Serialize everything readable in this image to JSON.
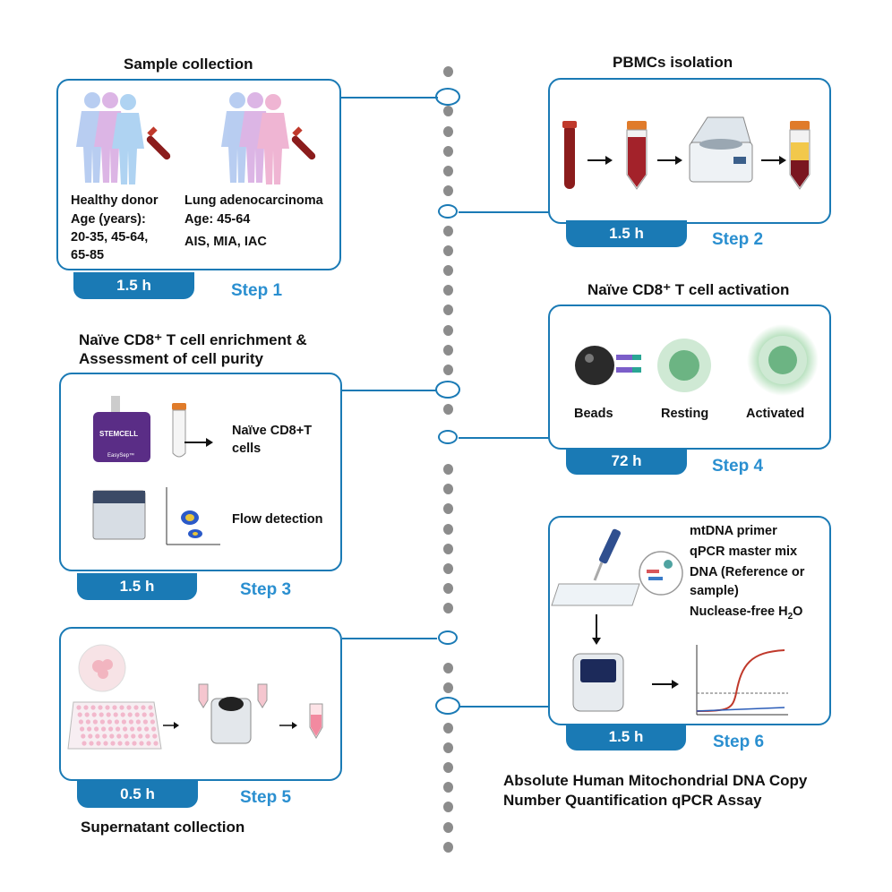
{
  "steps": [
    {
      "title": "Sample collection",
      "time": "1.5 h",
      "step": "Step 1"
    },
    {
      "title": "PBMCs isolation",
      "time": "1.5 h",
      "step": "Step 2"
    },
    {
      "title_line1": "Naïve CD8⁺ T cell enrichment  &",
      "title_line2": "Assessment of cell purity",
      "time": "1.5 h",
      "step": "Step 3"
    },
    {
      "title": "Naïve CD8⁺ T cell activation",
      "time": "72 h",
      "step": "Step 4"
    },
    {
      "title": "Supernatant collection",
      "time": "0.5 h",
      "step": "Step 5"
    },
    {
      "title_line1": "Absolute Human Mitochondrial DNA Copy",
      "title_line2": "Number Quantification qPCR Assay",
      "time": "1.5 h",
      "step": "Step 6"
    }
  ],
  "step1": {
    "healthy_label": "Healthy donor",
    "healthy_age_l1": "Age (years):",
    "healthy_age_l2": "20-35, 45-64,",
    "healthy_age_l3": "65-85",
    "luad_label": "Lung adenocarcinoma",
    "luad_age": "Age: 45-64",
    "luad_types": "AIS, MIA, IAC"
  },
  "step3": {
    "kit_brand": "STEMCELL",
    "kit_name": "EasySep™",
    "cells_l1": "Naïve CD8+T",
    "cells_l2": "cells",
    "flow": "Flow detection"
  },
  "step4": {
    "beads": "Beads",
    "resting": "Resting",
    "activated": "Activated"
  },
  "step6": {
    "r1": "mtDNA primer",
    "r2": "qPCR master mix",
    "r3": "DNA (Reference or",
    "r4": "sample)",
    "r5_pre": "Nuclease-free H",
    "r5_sub": "2",
    "r5_post": "O"
  },
  "colors": {
    "accent": "#1a7ab5",
    "step_text": "#2a8fd0",
    "dots": "#8c8c8c"
  }
}
